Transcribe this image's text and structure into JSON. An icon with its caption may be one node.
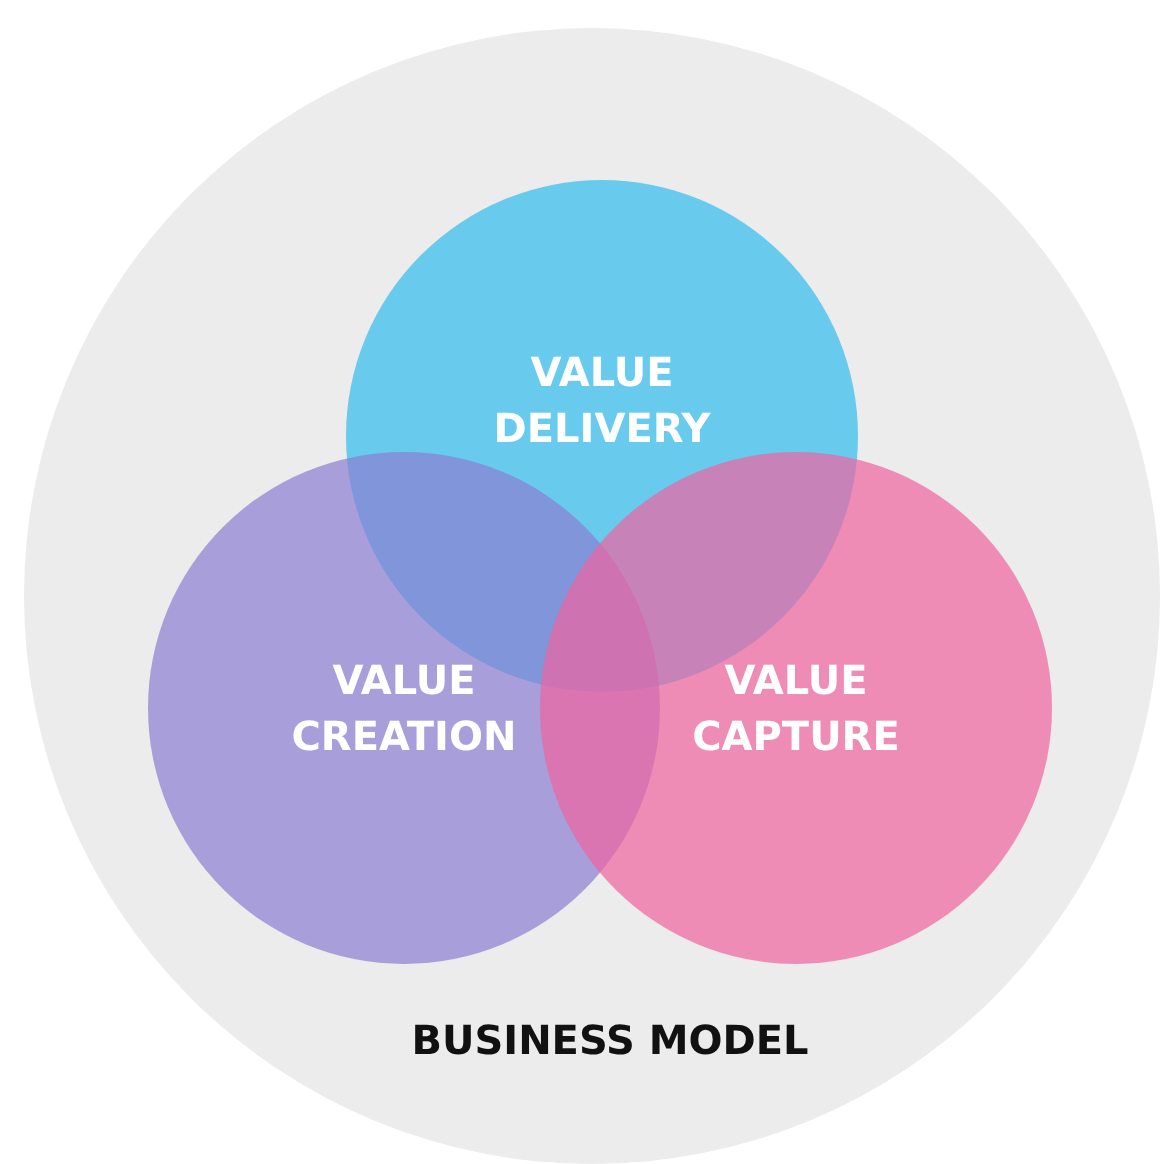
{
  "diagram": {
    "nodes": [
      {
        "text": [
          "BUSINESS MODEL"
        ]
      },
      {
        "text": [
          "VALUE DELIVERY"
        ],
        "in": 0
      },
      {
        "text": [
          "VALUE CREATION"
        ],
        "in": 0
      },
      {
        "text": [
          "VALUE CAPTURE"
        ],
        "in": 0
      }
    ]
  }
}
